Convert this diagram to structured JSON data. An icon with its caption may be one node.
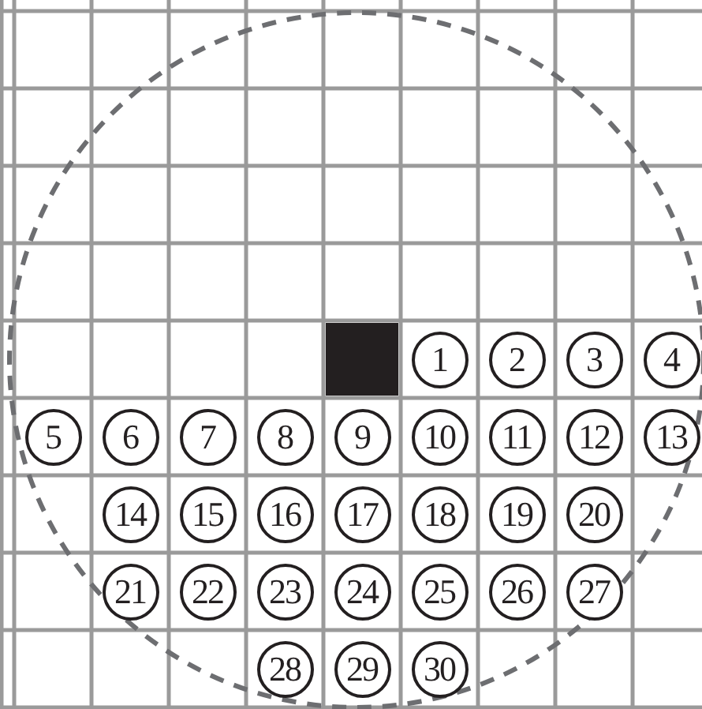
{
  "diagram": {
    "nodes": [
      {
        "text": [
          "1"
        ]
      },
      {
        "text": [
          "2"
        ]
      },
      {
        "text": [
          "3"
        ]
      },
      {
        "text": [
          "4"
        ]
      },
      {
        "text": [
          "5"
        ]
      },
      {
        "text": [
          "6"
        ]
      },
      {
        "text": [
          "7"
        ]
      },
      {
        "text": [
          "8"
        ]
      },
      {
        "text": [
          "9"
        ]
      },
      {
        "text": [
          "10"
        ]
      },
      {
        "text": [
          "11"
        ]
      },
      {
        "text": [
          "12"
        ]
      },
      {
        "text": [
          "13"
        ]
      },
      {
        "text": [
          "14"
        ]
      },
      {
        "text": [
          "15"
        ]
      },
      {
        "text": [
          "16"
        ]
      },
      {
        "text": [
          "17"
        ]
      },
      {
        "text": [
          "18"
        ]
      },
      {
        "text": [
          "19"
        ]
      },
      {
        "text": [
          "20"
        ]
      },
      {
        "text": [
          "21"
        ]
      },
      {
        "text": [
          "22"
        ]
      },
      {
        "text": [
          "23"
        ]
      },
      {
        "text": [
          "24"
        ]
      },
      {
        "text": [
          "25"
        ]
      },
      {
        "text": [
          "26"
        ]
      },
      {
        "text": [
          "27"
        ]
      },
      {
        "text": [
          "28"
        ]
      },
      {
        "text": [
          "29"
        ]
      },
      {
        "text": [
          "30"
        ]
      }
    ]
  }
}
